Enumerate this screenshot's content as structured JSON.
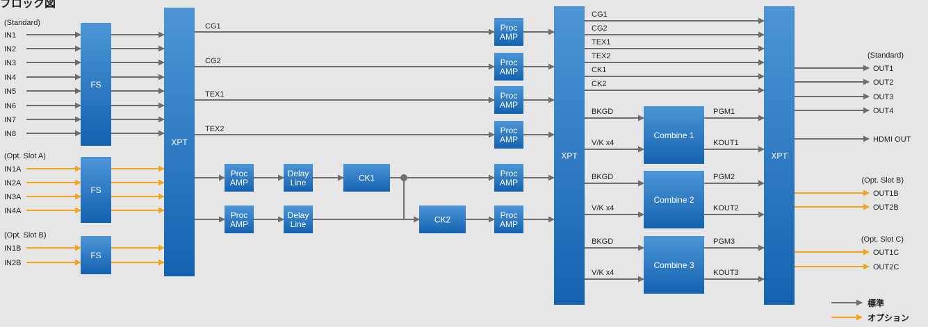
{
  "title": "ブロック図",
  "colors": {
    "standard": "#6d6d6d",
    "option": "#f4a31c",
    "box_top": "#4d95d6",
    "box_bottom": "#1462b0",
    "text": "#222222"
  },
  "groups": [
    {
      "id": "std",
      "label": "(Standard)"
    },
    {
      "id": "optA",
      "label": "(Opt. Slot A)"
    },
    {
      "id": "optB",
      "label": "(Opt. Slot B)"
    }
  ],
  "inputs": [
    {
      "id": "IN1",
      "label": "IN1",
      "type": "standard"
    },
    {
      "id": "IN2",
      "label": "IN2",
      "type": "standard"
    },
    {
      "id": "IN3",
      "label": "IN3",
      "type": "standard"
    },
    {
      "id": "IN4",
      "label": "IN4",
      "type": "standard"
    },
    {
      "id": "IN5",
      "label": "IN5",
      "type": "standard"
    },
    {
      "id": "IN6",
      "label": "IN6",
      "type": "standard"
    },
    {
      "id": "IN7",
      "label": "IN7",
      "type": "standard"
    },
    {
      "id": "IN8",
      "label": "IN8",
      "type": "standard"
    },
    {
      "id": "IN1A",
      "label": "IN1A",
      "type": "option"
    },
    {
      "id": "IN2A",
      "label": "IN2A",
      "type": "option"
    },
    {
      "id": "IN3A",
      "label": "IN3A",
      "type": "option"
    },
    {
      "id": "IN4A",
      "label": "IN4A",
      "type": "option"
    },
    {
      "id": "IN1B",
      "label": "IN1B",
      "type": "option"
    },
    {
      "id": "IN2B",
      "label": "IN2B",
      "type": "option"
    }
  ],
  "blocks": [
    {
      "id": "fs1",
      "label": "FS"
    },
    {
      "id": "fs2",
      "label": "FS"
    },
    {
      "id": "fs3",
      "label": "FS"
    },
    {
      "id": "xpt1",
      "label": "XPT"
    },
    {
      "id": "xpt2",
      "label": "XPT"
    },
    {
      "id": "xpt3",
      "label": "XPT"
    },
    {
      "id": "pa_cg1",
      "label": "Proc\nAMP"
    },
    {
      "id": "pa_cg2",
      "label": "Proc\nAMP"
    },
    {
      "id": "pa_tex1",
      "label": "Proc\nAMP"
    },
    {
      "id": "pa_tex2",
      "label": "Proc\nAMP"
    },
    {
      "id": "pa_k1_in",
      "label": "Proc\nAMP"
    },
    {
      "id": "pa_k2_in",
      "label": "Proc\nAMP"
    },
    {
      "id": "dl1",
      "label": "Delay\nLine"
    },
    {
      "id": "dl2",
      "label": "Delay\nLine"
    },
    {
      "id": "ck1",
      "label": "CK1"
    },
    {
      "id": "ck2",
      "label": "CK2"
    },
    {
      "id": "pa_ck1",
      "label": "Proc\nAMP"
    },
    {
      "id": "pa_ck2",
      "label": "Proc\nAMP"
    },
    {
      "id": "comb1",
      "label": "Combine 1"
    },
    {
      "id": "comb2",
      "label": "Combine 2"
    },
    {
      "id": "comb3",
      "label": "Combine 3"
    }
  ],
  "signal_labels": {
    "cg1": "CG1",
    "cg2": "CG2",
    "tex1": "TEX1",
    "tex2": "TEX2",
    "ck1": "CK1",
    "ck2": "CK2",
    "bkgd": "BKGD",
    "vk": "V/K x4",
    "pgm1": "PGM1",
    "pgm2": "PGM2",
    "pgm3": "PGM3",
    "kout1": "KOUT1",
    "kout2": "KOUT2",
    "kout3": "KOUT3"
  },
  "output_groups": [
    {
      "id": "ostd",
      "label": "(Standard)"
    },
    {
      "id": "oB",
      "label": "(Opt. Slot B)"
    },
    {
      "id": "oC",
      "label": "(Opt. Slot C)"
    }
  ],
  "outputs": [
    {
      "id": "OUT1",
      "label": "OUT1",
      "type": "standard"
    },
    {
      "id": "OUT2",
      "label": "OUT2",
      "type": "standard"
    },
    {
      "id": "OUT3",
      "label": "OUT3",
      "type": "standard"
    },
    {
      "id": "OUT4",
      "label": "OUT4",
      "type": "standard"
    },
    {
      "id": "HDMI",
      "label": "HDMI OUT",
      "type": "standard"
    },
    {
      "id": "OUT1B",
      "label": "OUT1B",
      "type": "option"
    },
    {
      "id": "OUT2B",
      "label": "OUT2B",
      "type": "option"
    },
    {
      "id": "OUT1C",
      "label": "OUT1C",
      "type": "option"
    },
    {
      "id": "OUT2C",
      "label": "OUT2C",
      "type": "option"
    }
  ],
  "legend": [
    {
      "id": "standard",
      "label": "標準"
    },
    {
      "id": "option",
      "label": "オプション"
    }
  ]
}
